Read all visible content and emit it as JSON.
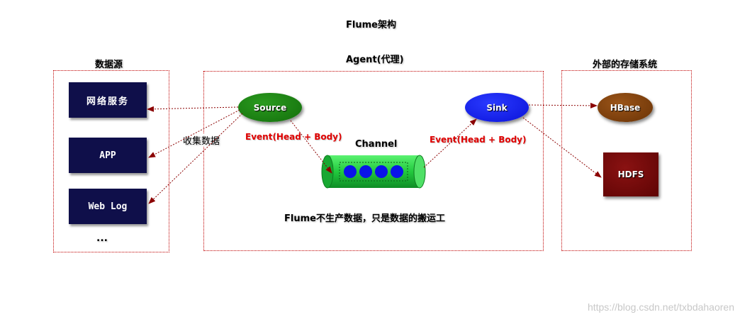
{
  "title": "Flume架构",
  "regions": {
    "data_source": "数据源",
    "agent": "Agent(代理)",
    "external_storage": "外部的存储系统"
  },
  "sources": [
    "网络服务",
    "APP",
    "Web Log",
    "..."
  ],
  "collect_label": "收集数据",
  "source": "Source",
  "channel": "Channel",
  "sink": "Sink",
  "event_left": "Event(Head + Body)",
  "event_right": "Event(Head + Body)",
  "note": "Flume不生产数据，只是数据的搬运工",
  "hbase": "HBase",
  "hdfs": "HDFS",
  "watermark": "https://blog.csdn.net/txbdahaoren",
  "colors": {
    "region_border": "#c00000",
    "source_box": "#0f0f4a",
    "source_ellipse": "#1a7a10",
    "sink_ellipse": "#0a1af0",
    "channel": "#2ed64a",
    "hbase": "#7a3c08",
    "hdfs": "#7a0a0a",
    "event_text": "#e00000"
  }
}
